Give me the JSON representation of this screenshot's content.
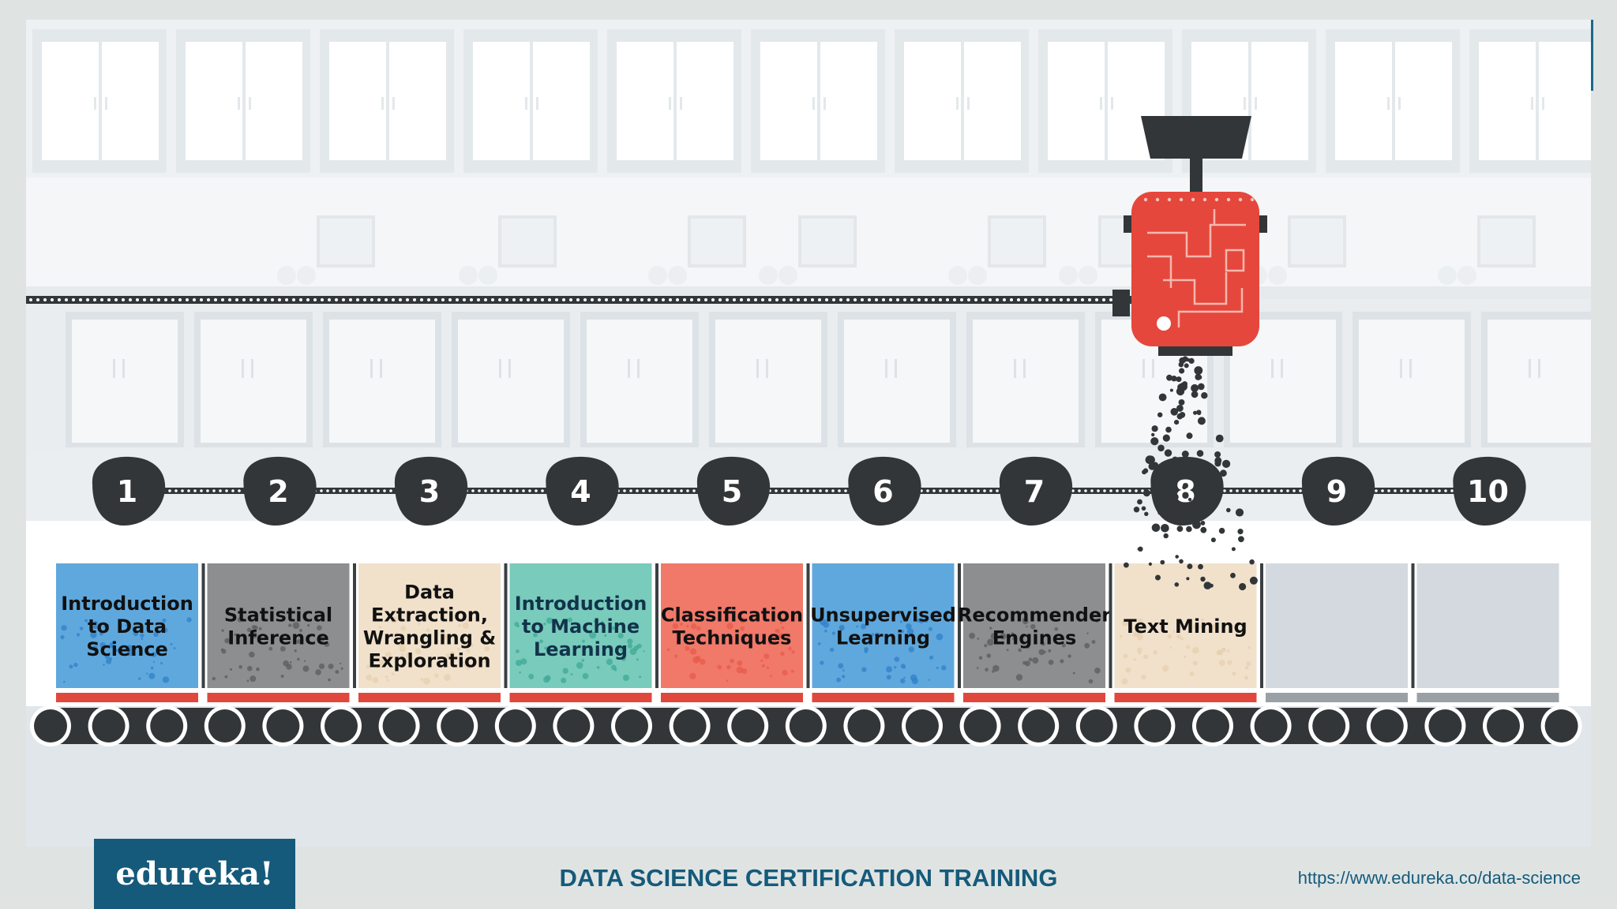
{
  "stages": [
    {
      "number": "1",
      "module": [
        "Introduction",
        "to Data",
        "Science"
      ],
      "color": "#5fa8dd",
      "speckle": "#2f80c8",
      "bar": "#e0483d",
      "textColor": "#111111"
    },
    {
      "number": "2",
      "module": [
        "Statistical",
        "Inference"
      ],
      "color": "#8d8e90",
      "speckle": "#5a5b5d",
      "bar": "#e0483d",
      "textColor": "#111111"
    },
    {
      "number": "3",
      "module": [
        "Data",
        "Extraction,",
        "Wrangling &",
        "Exploration"
      ],
      "color": "#f1e1cb",
      "speckle": "#e6cfae",
      "bar": "#e0483d",
      "textColor": "#111111"
    },
    {
      "number": "4",
      "module": [
        "Introduction",
        "to Machine",
        "Learning"
      ],
      "color": "#79cbbc",
      "speckle": "#3fa895",
      "bar": "#e0483d",
      "textColor": "#12334a"
    },
    {
      "number": "5",
      "module": [
        "Classification",
        "Techniques"
      ],
      "color": "#f0796a",
      "speckle": "#e85b4a",
      "bar": "#e0483d",
      "textColor": "#111111"
    },
    {
      "number": "6",
      "module": [
        "Unsupervised",
        "Learning"
      ],
      "color": "#5fa8dd",
      "speckle": "#2f80c8",
      "bar": "#e0483d",
      "textColor": "#111111"
    },
    {
      "number": "7",
      "module": [
        "Recommender",
        "Engines"
      ],
      "color": "#8d8e90",
      "speckle": "#5a5b5d",
      "bar": "#e0483d",
      "textColor": "#111111"
    },
    {
      "number": "8",
      "module": [
        "Text Mining"
      ],
      "color": "#f1e1cb",
      "speckle": "#e6cfae",
      "bar": "#e0483d",
      "textColor": "#111111"
    },
    {
      "number": "9",
      "module": [],
      "color": "#d3d9de",
      "speckle": "#d3d9de",
      "bar": "#9aa1a6",
      "textColor": "#111111"
    },
    {
      "number": "10",
      "module": [],
      "color": "#d3d9de",
      "speckle": "#d3d9de",
      "bar": "#9aa1a6",
      "textColor": "#111111"
    }
  ],
  "colors": {
    "machine_red": "#e5473c",
    "dark": "#323638",
    "brand_blue": "#155a7a"
  },
  "footer": {
    "logo": "edureka!",
    "title": "DATA SCIENCE CERTIFICATION TRAINING",
    "url": "https://www.edureka.co/data-science"
  }
}
